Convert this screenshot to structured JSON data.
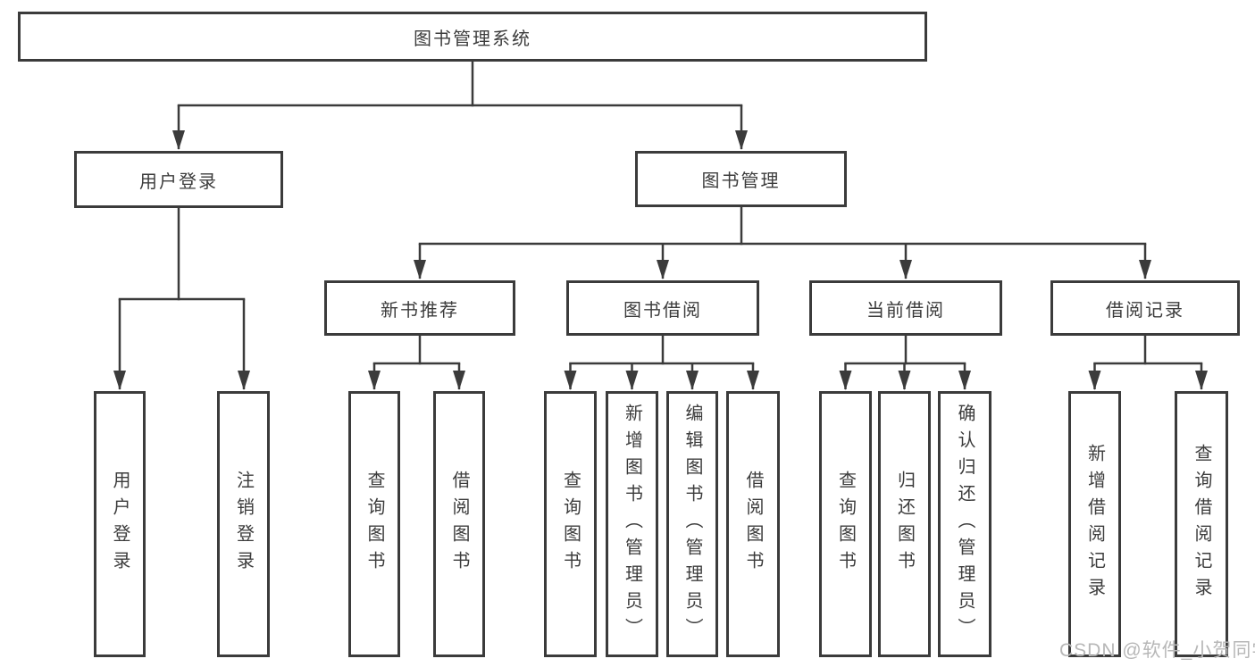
{
  "diagram": {
    "type": "hierarchy-tree",
    "title": "图书管理系统",
    "levels": 4,
    "colors": {
      "line": "#3b3b3b",
      "box_border": "#3b3b3b",
      "box_background": "#ffffff",
      "text": "#3c3c3c",
      "watermark_text": "#b7b7b7",
      "page_background": "#ffffff"
    }
  },
  "watermark": {
    "text": "CSDN @软件_小贺同学"
  },
  "tree": {
    "label": "图书管理系统",
    "children": [
      {
        "label": "用户登录",
        "children": [
          {
            "label": "用户登录"
          },
          {
            "label": "注销登录"
          }
        ]
      },
      {
        "label": "图书管理",
        "children": [
          {
            "label": "新书推荐",
            "children": [
              {
                "label": "查询图书"
              },
              {
                "label": "借阅图书"
              }
            ]
          },
          {
            "label": "图书借阅",
            "children": [
              {
                "label": "查询图书"
              },
              {
                "label": "新增图书（管理员）"
              },
              {
                "label": "编辑图书（管理员）"
              },
              {
                "label": "借阅图书"
              }
            ]
          },
          {
            "label": "当前借阅",
            "children": [
              {
                "label": "查询图书"
              },
              {
                "label": "归还图书"
              },
              {
                "label": "确认归还（管理员）"
              }
            ]
          },
          {
            "label": "借阅记录",
            "children": [
              {
                "label": "新增借阅记录"
              },
              {
                "label": "查询借阅记录"
              }
            ]
          }
        ]
      }
    ]
  }
}
